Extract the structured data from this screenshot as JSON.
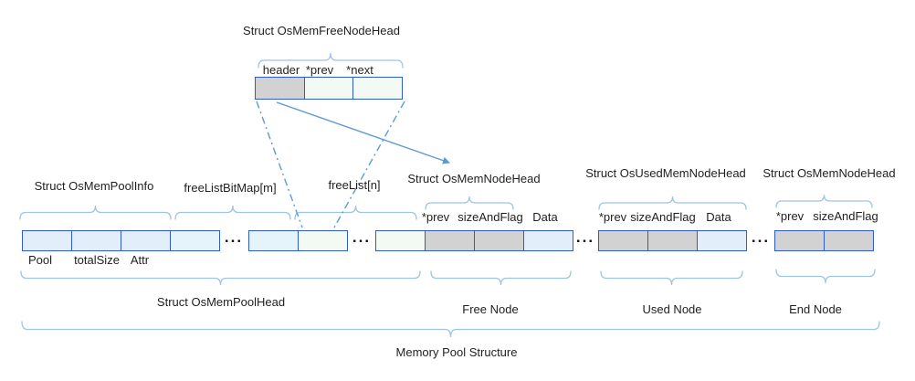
{
  "colors": {
    "cell_border_blue": "#2f5bcc",
    "brace_blue": "#9dc3e6",
    "connector_blue": "#5b9bd5",
    "fill_gray": "#d2d2d2",
    "fill_blue": "#e2eefa",
    "fill_cyan": "#e4f4fa",
    "fill_green": "#f3f9f3"
  },
  "free_node_head": {
    "title": "Struct OsMemFreeNodeHead",
    "fields": [
      "header",
      "*prev",
      "*next"
    ]
  },
  "pool_info": {
    "title": "Struct OsMemPoolInfo",
    "fields": [
      "Pool",
      "totalSize",
      "Attr"
    ]
  },
  "free_list_bitmap": {
    "title": "freeListBitMap[m]"
  },
  "free_list": {
    "title": "freeList[n]"
  },
  "free_node": {
    "title": "Struct OsMemNodeHead",
    "fields": [
      "*prev",
      "sizeAndFlag",
      "Data"
    ],
    "caption": "Free Node"
  },
  "used_node": {
    "title": "Struct OsUsedMemNodeHead",
    "fields": [
      "*prev",
      "sizeAndFlag",
      "Data"
    ],
    "caption": "Used Node"
  },
  "end_node": {
    "title": "Struct OsMemNodeHead",
    "fields": [
      "*prev",
      "sizeAndFlag"
    ],
    "caption": "End Node"
  },
  "pool_head": {
    "caption": "Struct OsMemPoolHead"
  },
  "footer": {
    "caption": "Memory Pool Structure"
  },
  "ellipsis": "..."
}
